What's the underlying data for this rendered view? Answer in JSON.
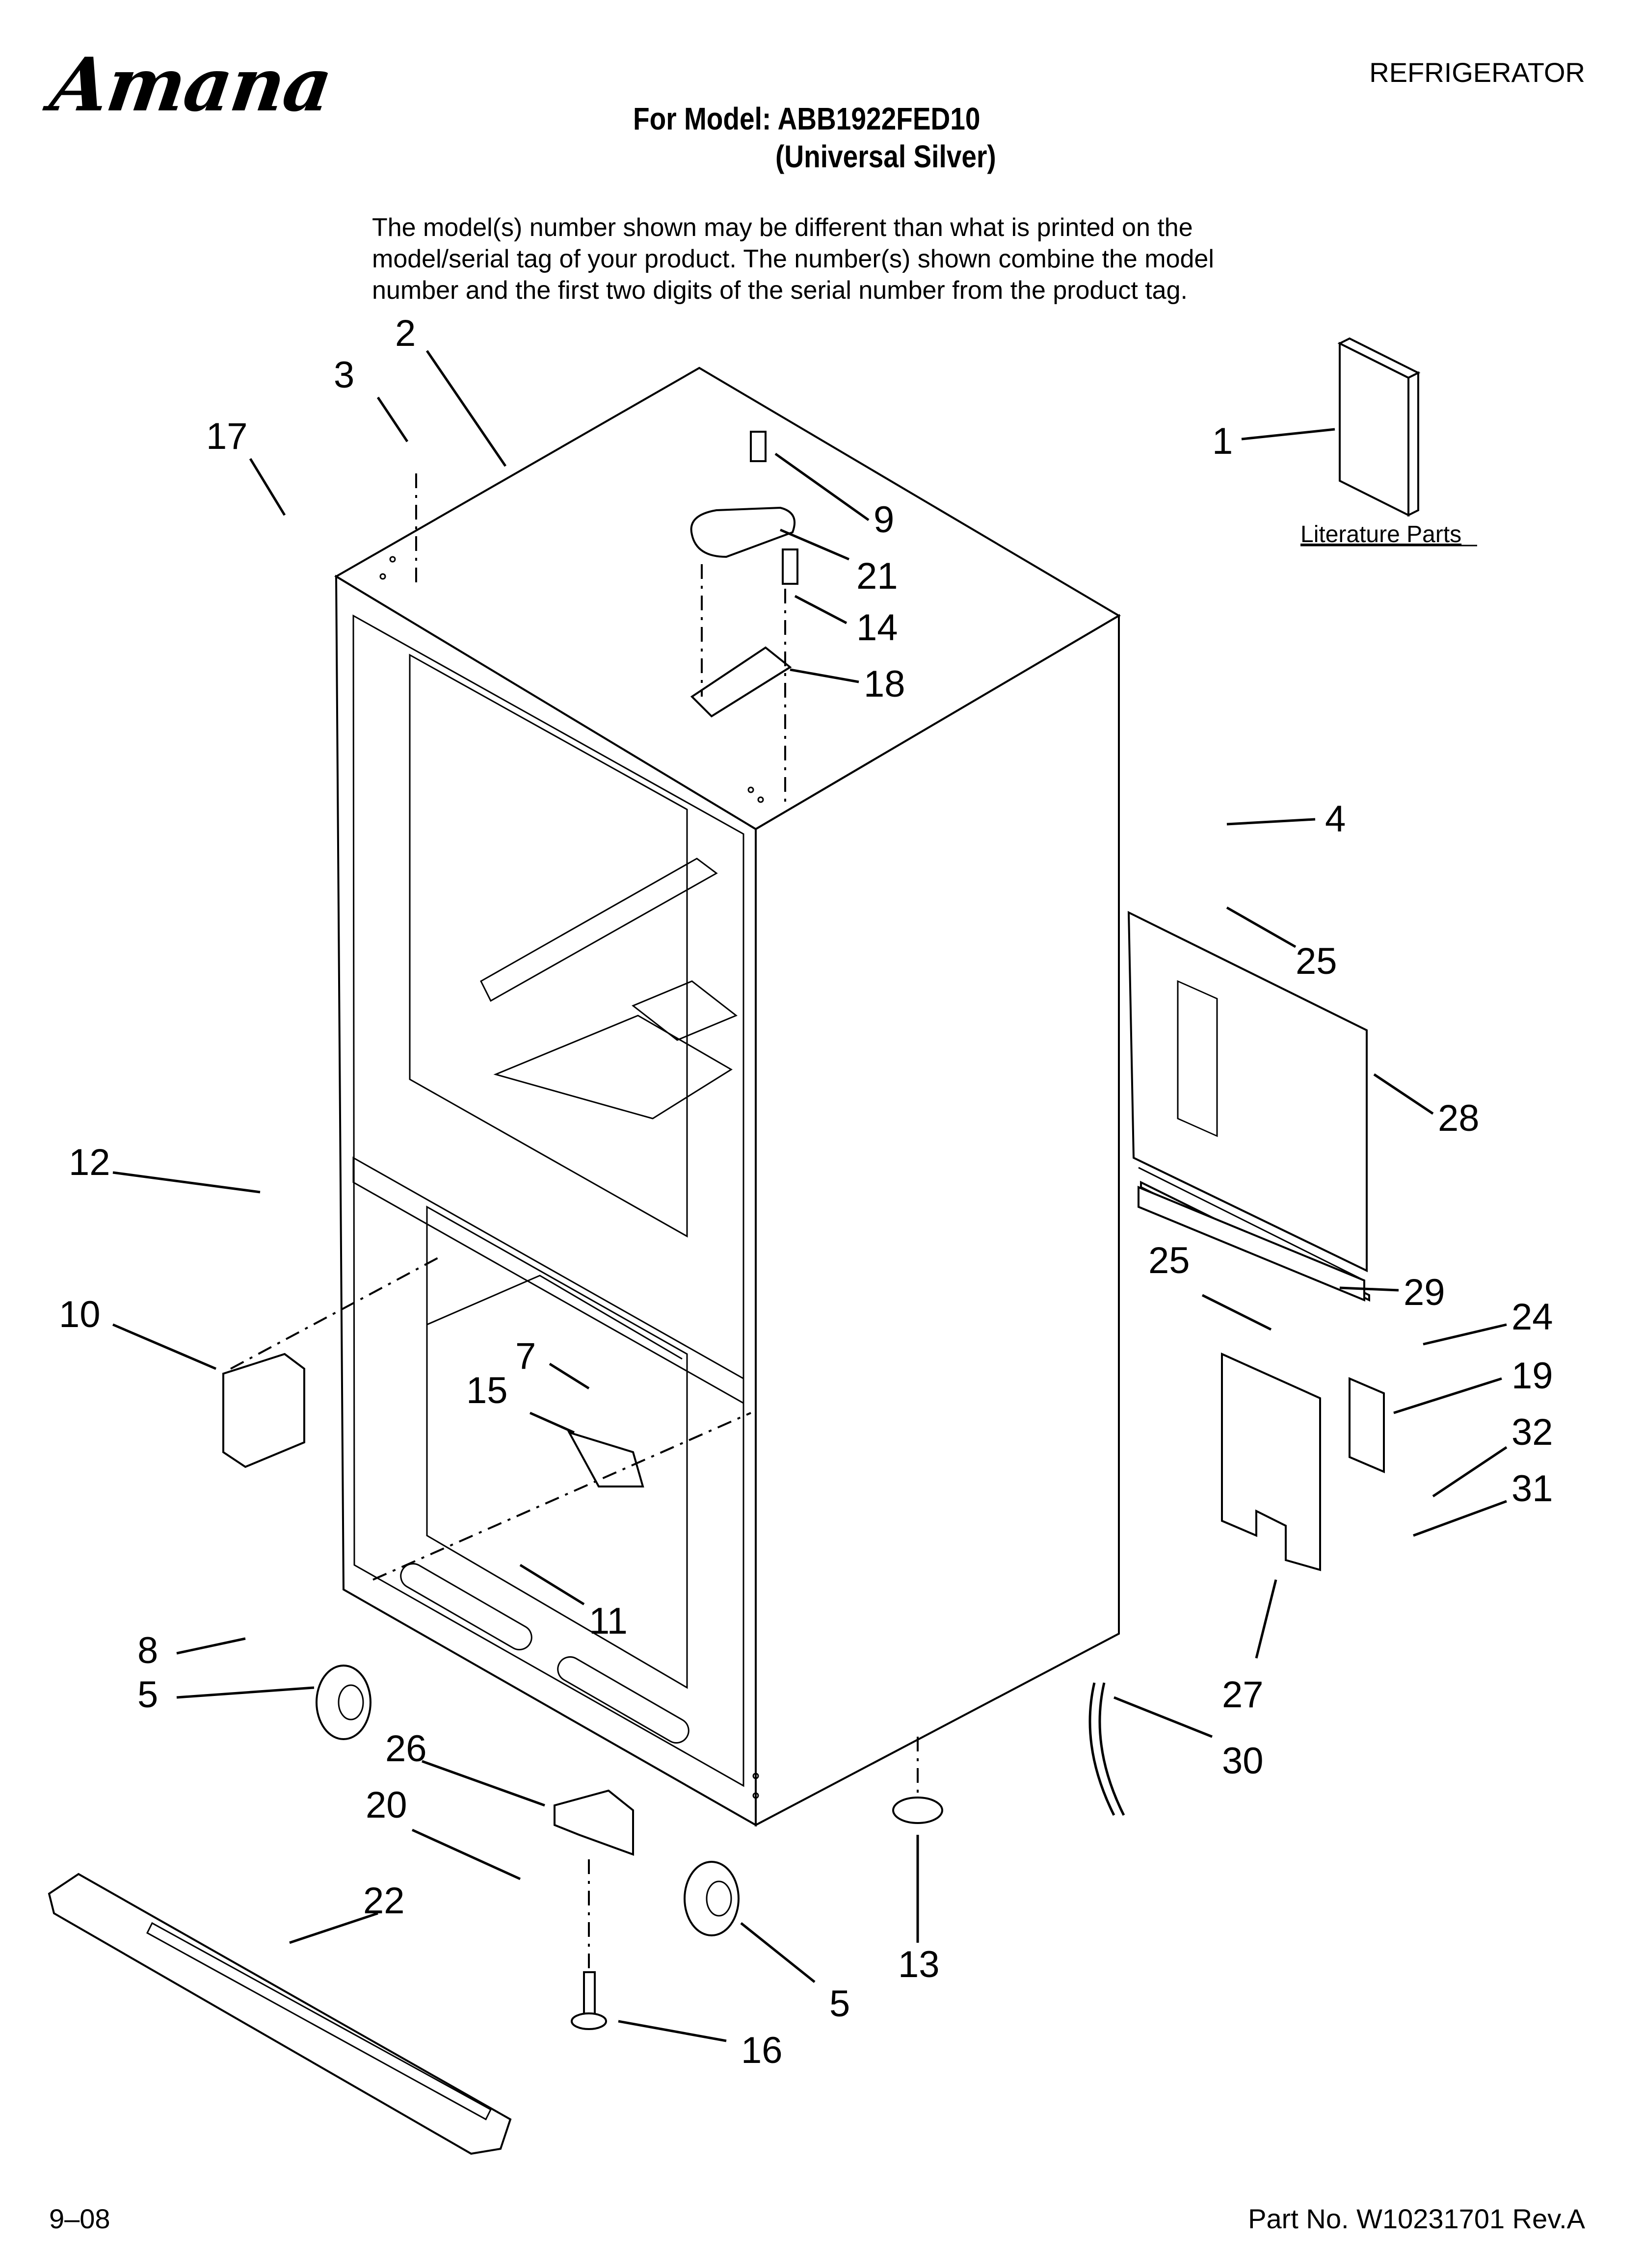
{
  "header": {
    "brand": "Amana",
    "category": "REFRIGERATOR",
    "model_line": "For Model: ABB1922FED10",
    "variant_line": "(Universal Silver)"
  },
  "notice": {
    "lines": [
      "The model(s) number shown may be different than what is printed on the",
      "model/serial tag of your product. The number(s) shown combine the model",
      "number and the first two digits of the serial number from the product tag."
    ]
  },
  "diagram": {
    "literature_label": "Literature Parts",
    "callouts": [
      "1",
      "2",
      "3",
      "4",
      "5",
      "5",
      "7",
      "8",
      "9",
      "10",
      "11",
      "12",
      "13",
      "14",
      "15",
      "16",
      "17",
      "18",
      "19",
      "20",
      "21",
      "22",
      "24",
      "25",
      "25",
      "26",
      "27",
      "28",
      "29",
      "30",
      "31",
      "32"
    ]
  },
  "footer": {
    "date_code": "9–08",
    "part_number": "Part No. W10231701 Rev.A"
  }
}
